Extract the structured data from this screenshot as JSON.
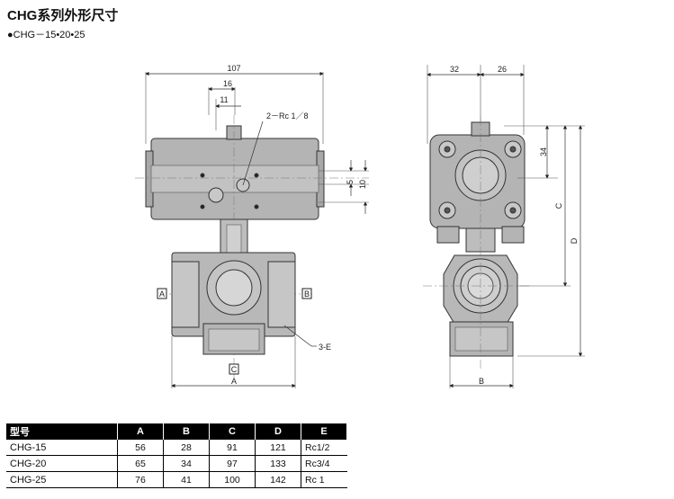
{
  "title": "CHG系列外形尺寸",
  "subtitle": "●CHG－15•20•25",
  "front_view": {
    "dim_overall": "107",
    "dim_16": "16",
    "dim_11": "11",
    "port_label": "2－Rc 1／8",
    "dim_5": "5",
    "dim_10": "10",
    "port_a": "A",
    "port_b": "B",
    "port_c": "C",
    "dim_a": "A",
    "label_3e": "3-E"
  },
  "side_view": {
    "dim_32": "32",
    "dim_26": "26",
    "dim_34": "34",
    "dim_c": "C",
    "dim_d": "D",
    "dim_b": "B"
  },
  "table": {
    "headers": [
      "型号",
      "A",
      "B",
      "C",
      "D",
      "E"
    ],
    "rows": [
      [
        "CHG-15",
        "56",
        "28",
        "91",
        "121",
        "Rc1/2"
      ],
      [
        "CHG-20",
        "65",
        "34",
        "97",
        "133",
        "Rc3/4"
      ],
      [
        "CHG-25",
        "76",
        "41",
        "100",
        "142",
        "Rc 1"
      ]
    ]
  }
}
